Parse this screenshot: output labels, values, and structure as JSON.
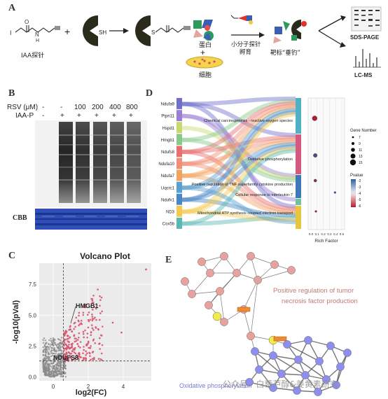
{
  "panels": {
    "a": {
      "label": "A",
      "iaa_caption": "IAA探针",
      "sh_label": "SH",
      "s_label": "S",
      "i_label": "I",
      "n_label": "N",
      "h_label": "H",
      "o_label": "O",
      "plus": "+",
      "protein_label": "蛋白",
      "cell_label": "细胞",
      "incubation_label_1": "小分子探针",
      "incubation_label_2": "孵育",
      "target_label": "靶标“垂钓”",
      "sds_label": "SDS-PAGE",
      "lcms_label": "LC-MS"
    },
    "b": {
      "label": "B",
      "rsv_label": "RSV (μM)",
      "iaa_label": "IAA-P",
      "rsv_values": [
        "-",
        "-",
        "100",
        "200",
        "400",
        "800"
      ],
      "iaa_values": [
        "-",
        "+",
        "+",
        "+",
        "+",
        "+"
      ],
      "cbb_label": "CBB"
    },
    "c": {
      "label": "C",
      "chart_data": {
        "type": "scatter",
        "title": "Volcano Plot",
        "xlabel": "log2(FC)",
        "ylabel": "-log10(pVal)",
        "xticks": [
          "0",
          "2",
          "4"
        ],
        "yticks": [
          "0.0",
          "2.5",
          "5.0",
          "7.5"
        ],
        "xlim": [
          -0.8,
          5.6
        ],
        "ylim": [
          -0.3,
          9.2
        ],
        "thresholds": {
          "x": 0.58,
          "y": 1.3
        },
        "annotations": [
          {
            "text": "HMGB1",
            "x": 1.0,
            "y": 4.35
          },
          {
            "text": "NDUFS8",
            "x": 0.9,
            "y": 1.1
          }
        ],
        "colors": {
          "significant": "#d9536b",
          "nonsignificant": "#8a8a8a"
        }
      }
    },
    "d": {
      "label": "D",
      "genes": [
        "Ndufa9",
        "Ptpn11",
        "Hspd1",
        "Hmgb1",
        "Ndufs8",
        "Ndufa10",
        "Ndufa7",
        "Uqcrc1",
        "Ndufv1",
        "ND3",
        "Cox5b"
      ],
      "gene_colors": [
        "#6f6fcc",
        "#9b7fd4",
        "#c7d96b",
        "#86c98a",
        "#e86f6f",
        "#ef8f76",
        "#f2a45f",
        "#5aa0cf",
        "#4a87c7",
        "#f4c94f",
        "#58b9b1"
      ],
      "pathways": [
        "Chemical carcinogenesis - reactive oxygen species",
        "Oxidative phosphorylation",
        "Positive regulation of TNF superfamily cytokine production",
        "Cellular response to interleukin-7",
        "Mitochondrial ATP synthesis coupled electron transport"
      ],
      "pathway_colors": [
        "#4fb0c6",
        "#d35a7e",
        "#3f78b8",
        "#6fc1a6",
        "#e6c53f"
      ],
      "chart_data": {
        "type": "scatter",
        "xlabel": "Rich Factor",
        "xticks": [
          "0.0",
          "0.1",
          "0.2",
          "0.3",
          "0.4",
          "0.5"
        ],
        "points": [
          {
            "pathway": "Chemical carcinogenesis - reactive oxygen species",
            "rich_factor": 0.06,
            "gene_number": 13,
            "pvalue": -5.8
          },
          {
            "pathway": "Oxidative phosphorylation",
            "rich_factor": 0.07,
            "gene_number": 11,
            "pvalue": -3.2
          },
          {
            "pathway": "Positive regulation of TNF superfamily cytokine production",
            "rich_factor": 0.07,
            "gene_number": 9,
            "pvalue": -4.2
          },
          {
            "pathway": "Cellular response to interleukin-7",
            "rich_factor": 0.39,
            "gene_number": 7,
            "pvalue": -1.2
          },
          {
            "pathway": "Mitochondrial ATP synthesis coupled electron transport",
            "rich_factor": 0.08,
            "gene_number": 7,
            "pvalue": -5.5
          }
        ],
        "size_legend_title": "Gene Number",
        "size_legend": [
          "7",
          "9",
          "11",
          "13",
          "15"
        ],
        "color_legend_title": "Pvalue",
        "color_legend": [
          "-2",
          "-3",
          "-4",
          "-5",
          "-6"
        ]
      }
    },
    "e": {
      "label": "E",
      "title_line1": "Positive regulation of tumor",
      "title_line2": "necrosis factor production",
      "bottom_label": "Oxidative phosphorylation",
      "colors": {
        "pink": "#e9a1a0",
        "blue": "#8e8ef0",
        "yellow": "#f4e94a",
        "orange": "#ee8a2f",
        "title": "#c07b76",
        "bottom": "#7a7ad2"
      }
    },
    "watermark": "公众号 · 白藜芦醇&姜黄素研究"
  }
}
